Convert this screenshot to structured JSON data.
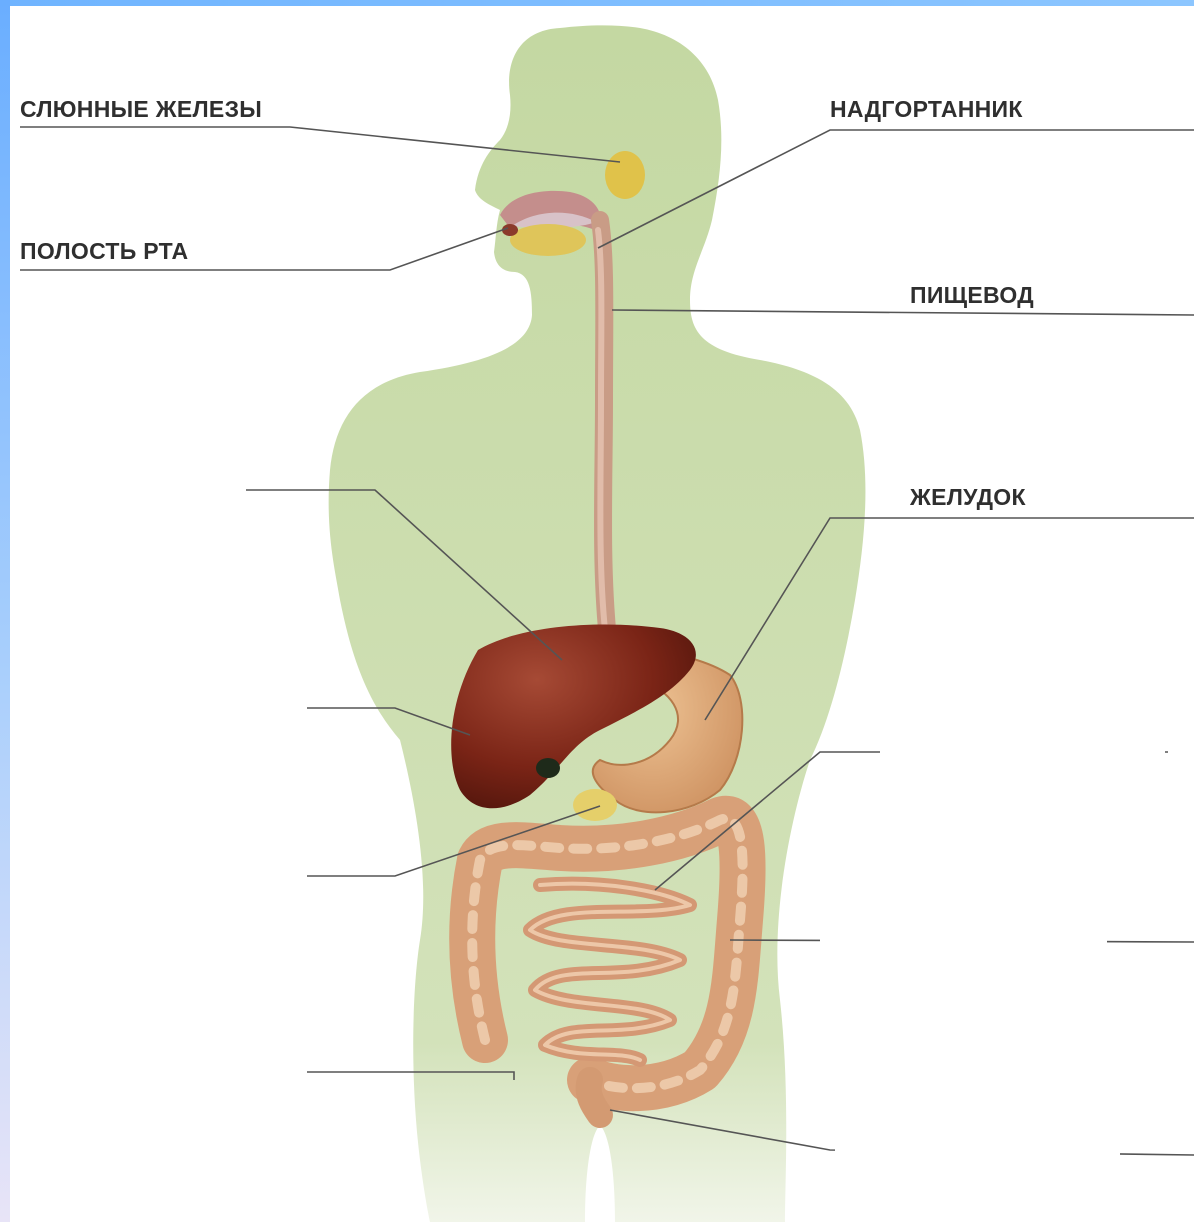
{
  "diagram": {
    "labels": {
      "salivary_glands": "СЛЮННЫЕ ЖЕЛЕЗЫ",
      "oral_cavity": "ПОЛОСТЬ РТА",
      "epiglottis": "НАДГОРТАННИК",
      "esophagus": "ПИЩЕВОД",
      "stomach": "ЖЕЛУДОК"
    },
    "colors": {
      "body": "#c7dba6",
      "liver": "#7a2416",
      "stomach": "#d9a06e",
      "intestine": "#d8a078",
      "esophagus": "#c99c86",
      "gland": "#e0c24a",
      "leader_line": "#555555",
      "frame_accent": "#6aaeff"
    }
  }
}
